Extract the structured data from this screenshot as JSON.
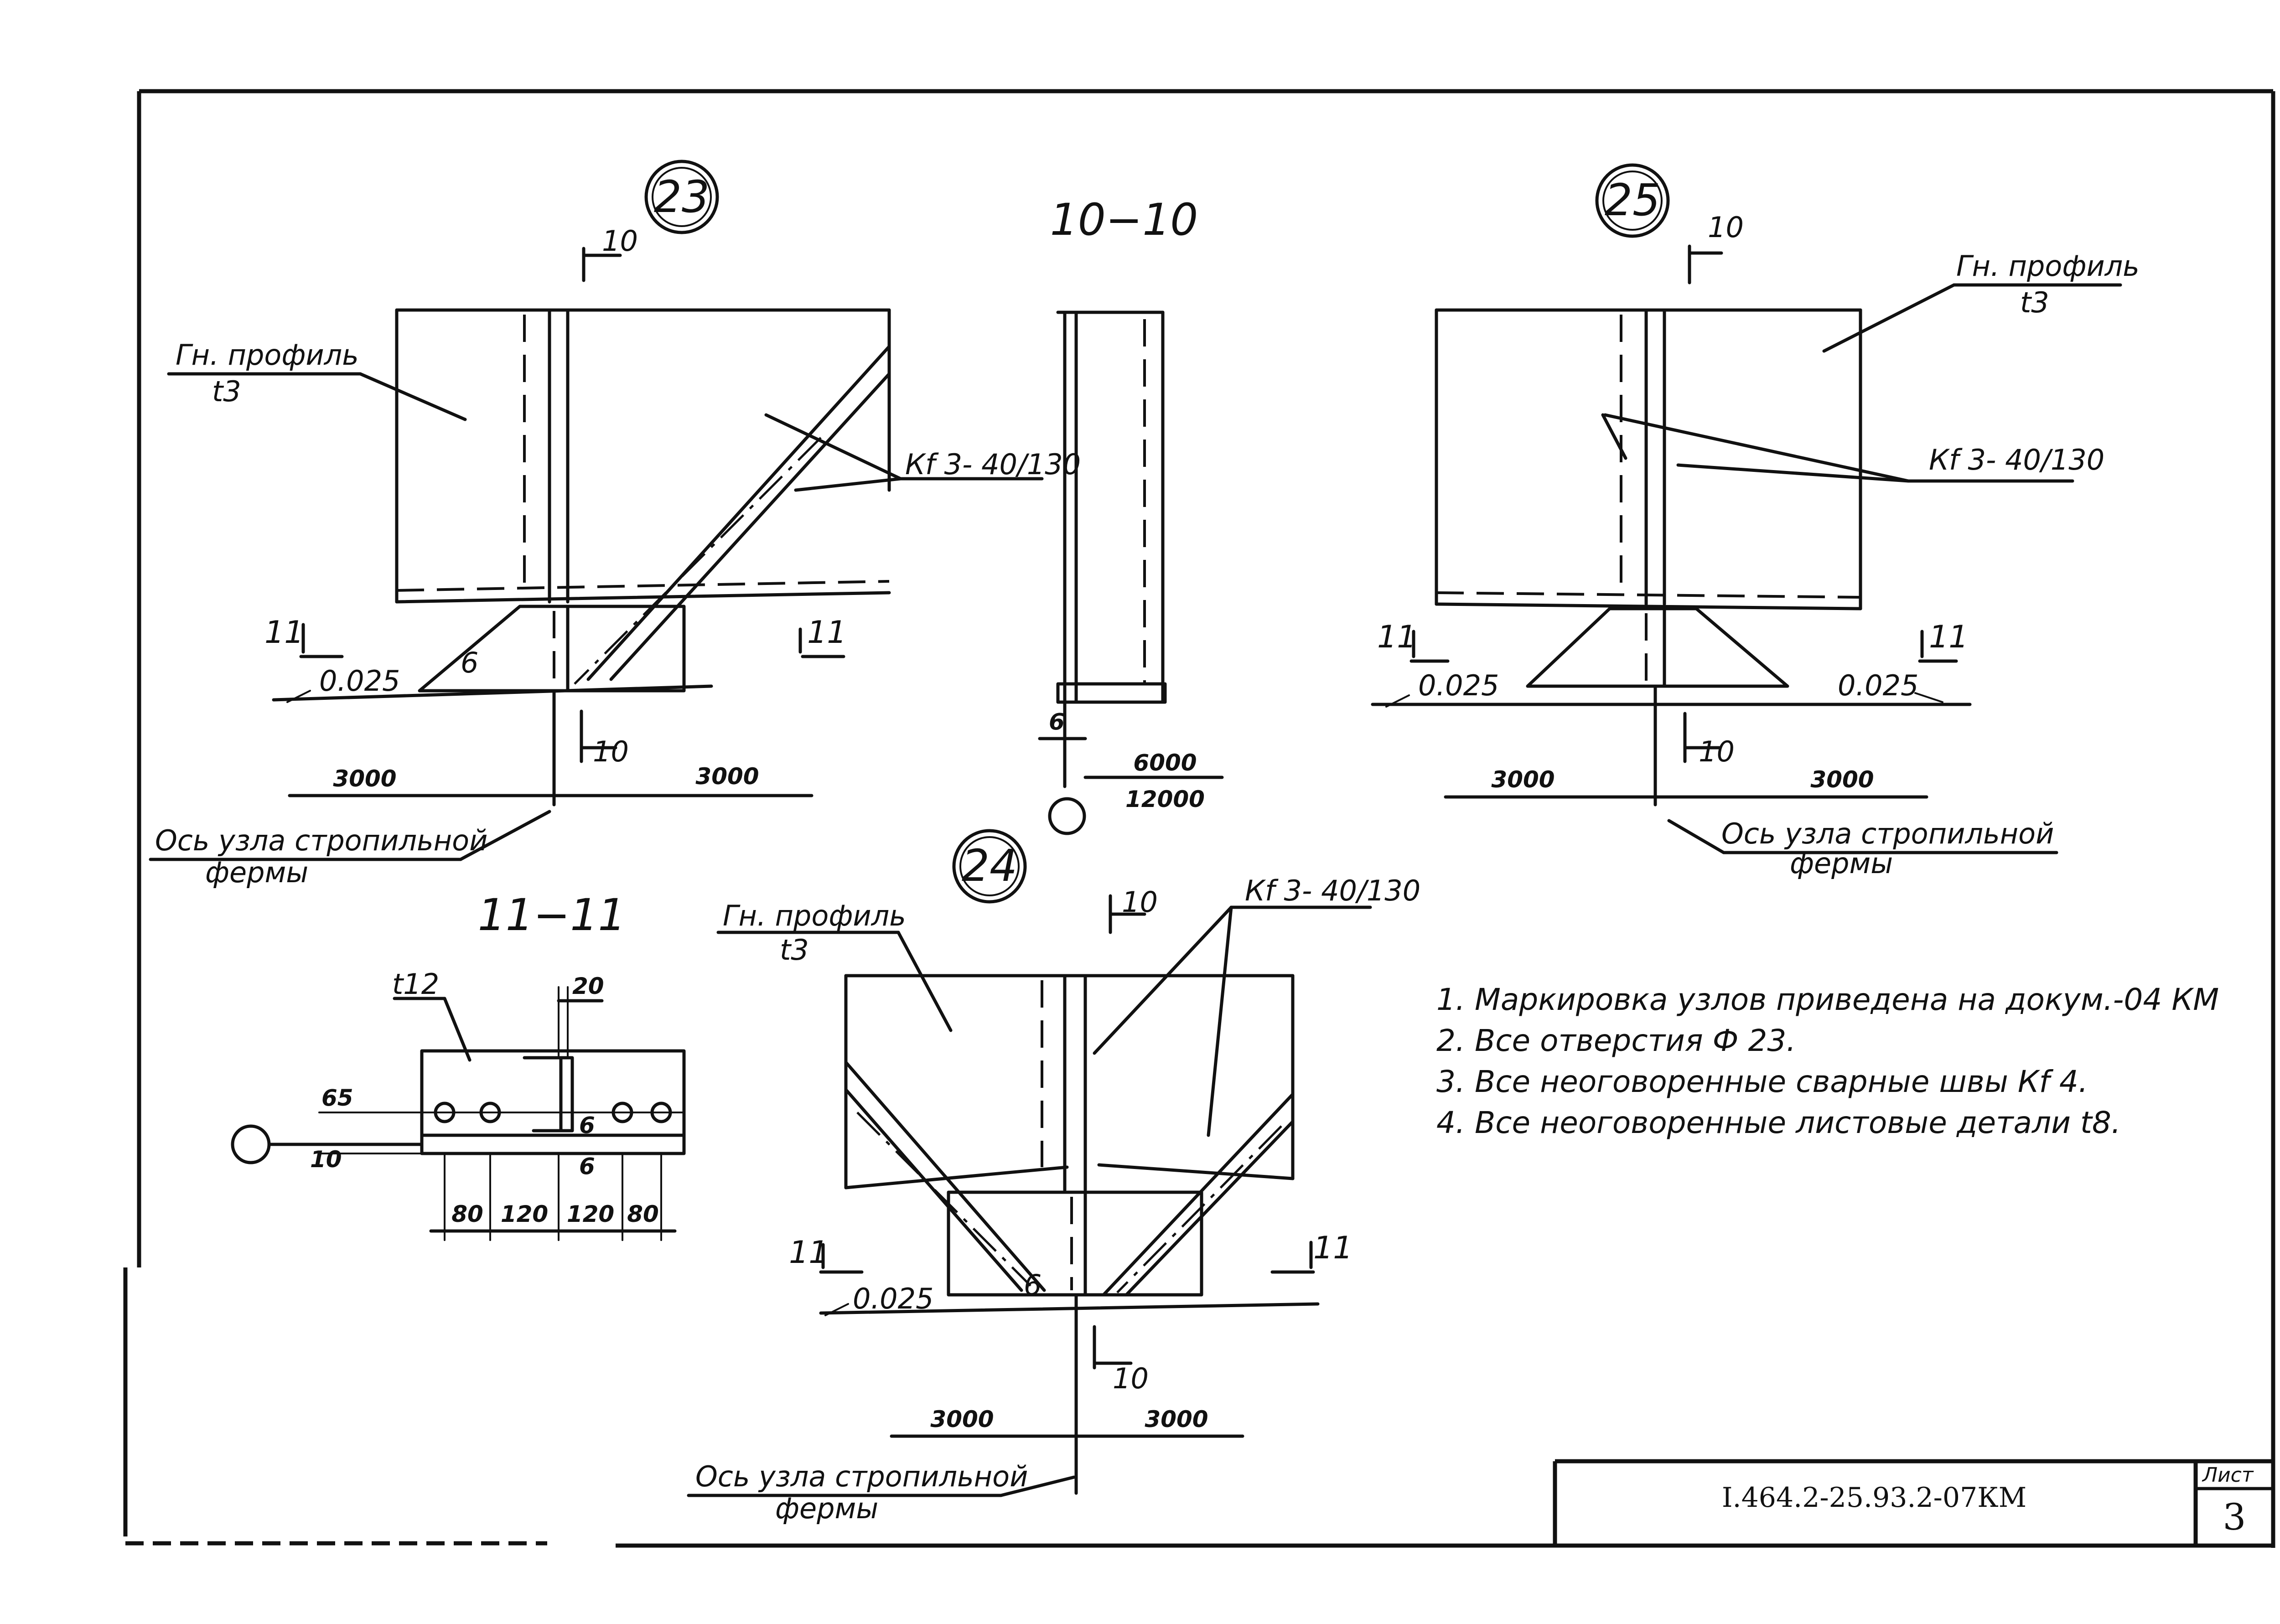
{
  "nodes": {
    "n23": "23",
    "n24": "24",
    "n25": "25"
  },
  "sections": {
    "s10": "10−10",
    "s11": "11−11",
    "cut10": "10",
    "cut11": "11"
  },
  "labels": {
    "profile": "Гн. профиль",
    "profile_t": "t3",
    "weld": "Кf 3- 40/130",
    "slope": "0.025",
    "axis_line1": "Ось узла стропильной",
    "axis_line2": "фермы",
    "plate": "t12",
    "weld_leg": "6"
  },
  "dimensions": {
    "d3000": "3000",
    "d6000": "6000",
    "d12000": "12000",
    "d6": "6",
    "d20": "20",
    "d65": "65",
    "d10": "10",
    "d80": "80",
    "d120": "120"
  },
  "notes": [
    "1. Маркировка узлов приведена на докум.-04 КМ",
    "2. Все отверстия Ф 23.",
    "3. Все неоговоренные сварные швы Кf 4.",
    "4. Все неоговоренные листовые детали t8."
  ],
  "title_block": {
    "code": "I.464.2-25.93.2-07КМ",
    "sheet_label": "Лист",
    "sheet_no": "3"
  }
}
